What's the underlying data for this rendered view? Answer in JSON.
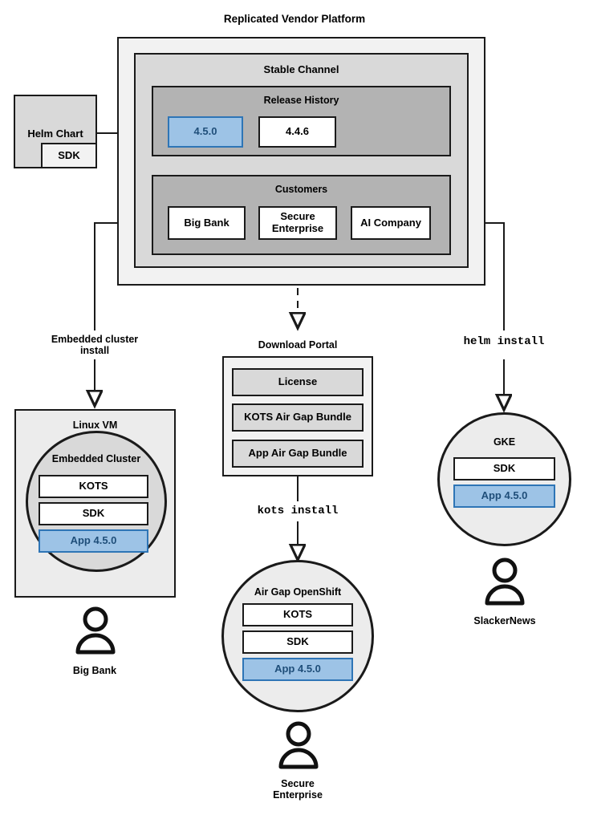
{
  "diagram": {
    "title": "Replicated Vendor Platform",
    "platform": {
      "stable_channel": {
        "title": "Stable Channel",
        "release_history": {
          "title": "Release History",
          "releases": [
            {
              "label": "4.5.0",
              "highlighted": true
            },
            {
              "label": "4.4.6",
              "highlighted": false
            }
          ]
        },
        "customers": {
          "title": "Customers",
          "items": [
            {
              "label": "Big Bank"
            },
            {
              "label": "Secure Enterprise"
            },
            {
              "label": "AI Company"
            }
          ]
        }
      }
    },
    "source": {
      "helm_chart": {
        "label": "Helm Chart",
        "sdk_label": "SDK"
      }
    },
    "flows": [
      {
        "label": "Embedded cluster install",
        "style": "solid"
      },
      {
        "label": "kots install",
        "style": "mono"
      },
      {
        "label": "helm install",
        "style": "mono"
      }
    ],
    "targets": {
      "linux_vm": {
        "title": "Linux VM",
        "cluster_title": "Embedded Cluster",
        "components": [
          {
            "label": "KOTS",
            "highlighted": false
          },
          {
            "label": "SDK",
            "highlighted": false
          },
          {
            "label": "App 4.5.0",
            "highlighted": true
          }
        ],
        "customer": "Big Bank"
      },
      "download_portal": {
        "title": "Download Portal",
        "artifacts": [
          {
            "label": "License"
          },
          {
            "label": "KOTS Air Gap Bundle"
          },
          {
            "label": "App Air Gap Bundle"
          }
        ],
        "install_command": "kots install"
      },
      "airgap_openshift": {
        "title": "Air Gap OpenShift",
        "components": [
          {
            "label": "KOTS",
            "highlighted": false
          },
          {
            "label": "SDK",
            "highlighted": false
          },
          {
            "label": "App 4.5.0",
            "highlighted": true
          }
        ],
        "customer": "Secure\nEnterprise",
        "customer_line1": "Secure",
        "customer_line2": "Enterprise"
      },
      "gke": {
        "title": "GKE",
        "components": [
          {
            "label": "SDK",
            "highlighted": false
          },
          {
            "label": "App 4.5.0",
            "highlighted": true
          }
        ],
        "customer": "SlackerNews",
        "install_command": "helm install"
      }
    },
    "labels": {
      "embedded_install_line1": "Embedded cluster",
      "embedded_install_line2": "install"
    },
    "colors": {
      "accent_fill": "#9dc3e6",
      "accent_border": "#2e75b6",
      "accent_text": "#1f4e79",
      "stroke": "#1a1a1a",
      "platform_bg": "#f2f2f2",
      "channel_bg": "#d9d9d9",
      "section_bg": "#b3b3b3",
      "node_bg": "#ececec"
    }
  }
}
